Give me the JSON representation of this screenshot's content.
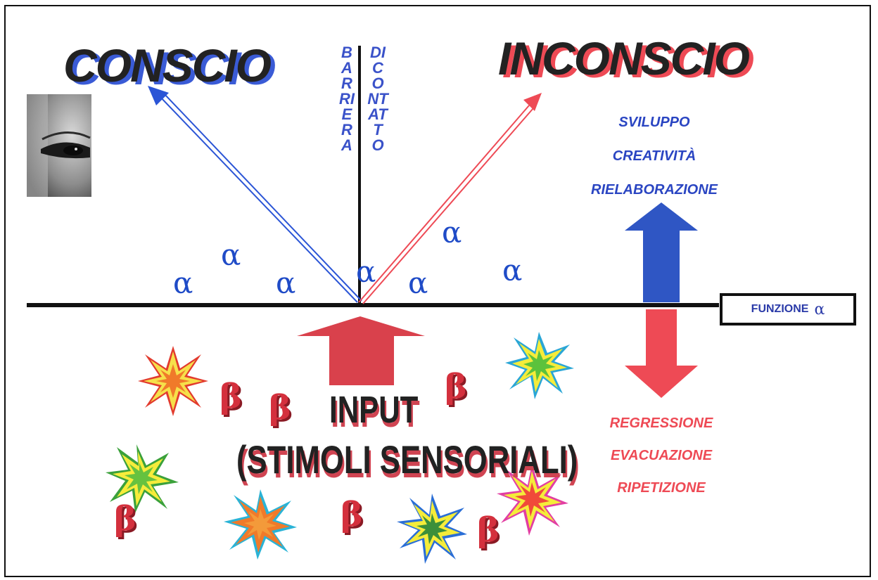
{
  "titles": {
    "conscio": "CONSCIO",
    "inconscio": "INCONSCIO"
  },
  "barrier": {
    "left_word": "BARRIERA",
    "right_words": "DI CONTATTO"
  },
  "alpha_symbol": "α",
  "beta_symbol": "β",
  "right_panel": {
    "up_labels": [
      "SVILUPPO",
      "CREATIVITÀ",
      "RIELABORAZIONE"
    ],
    "down_labels": [
      "REGRESSIONE",
      "EVACUAZIONE",
      "RIPETIZIONE"
    ],
    "funzione_label": "FUNZIONE"
  },
  "input": {
    "line1": "INPUT",
    "line2": "(STIMOLI SENSORIALI)"
  },
  "colors": {
    "blue": "#2a45c2",
    "red": "#ee4a55",
    "dark": "#111111"
  }
}
